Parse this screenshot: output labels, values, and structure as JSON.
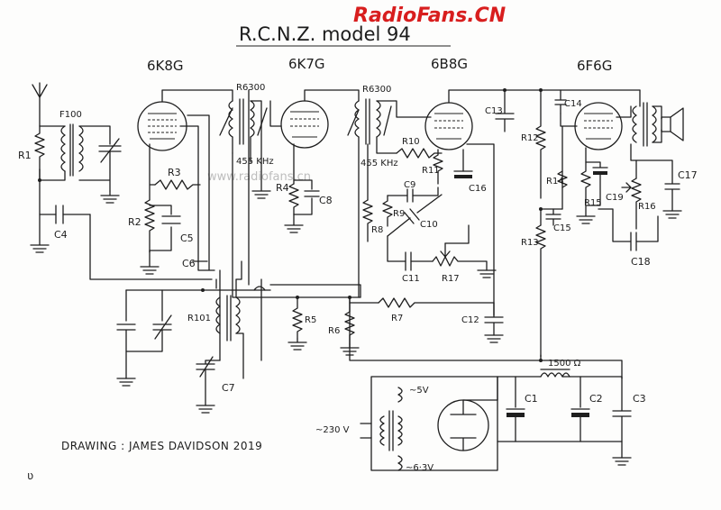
{
  "header": {
    "title": "R.C.N.Z. model 94",
    "watermark_top": "RadioFans.CN",
    "watermark_mid": "www.radiofans.cn",
    "watermark_color": "#d81e1e"
  },
  "tubes": [
    "6K8G",
    "6K7G",
    "6B8G",
    "6F6G"
  ],
  "components": {
    "r1": "R1",
    "f100": "F100",
    "c4": "C4",
    "r3": "R3",
    "r2": "R2",
    "c5": "C5",
    "c6": "C6",
    "r6300a": "R6300",
    "r6300b": "R6300",
    "if1": "455 KHz",
    "if2": "455 KHz",
    "r4": "R4",
    "c8": "C8",
    "r10": "R10",
    "r11": "R11",
    "c9": "C9",
    "c16": "C16",
    "r9": "R9",
    "c10": "C10",
    "r8": "R8",
    "c11": "C11",
    "r17": "R17",
    "c13": "C13",
    "r12": "R12",
    "c14": "C14",
    "r14": "R14",
    "r15": "R15",
    "c19": "C19",
    "c15": "C15",
    "r13": "R13",
    "c17": "C17",
    "r16": "R16",
    "c18": "C18",
    "r101": "R101",
    "c7": "C7",
    "r5": "R5",
    "r6": "R6",
    "r7": "R7",
    "c12": "C12",
    "choke": "1500 Ω",
    "c1": "C1",
    "c2": "C2",
    "c3": "C3",
    "t5v": "~5V",
    "t63v": "~6·3V",
    "t230v": "~230 V"
  },
  "credit": "DRAWING : JAMES DAVIDSON 2019",
  "mark": "ʋ"
}
